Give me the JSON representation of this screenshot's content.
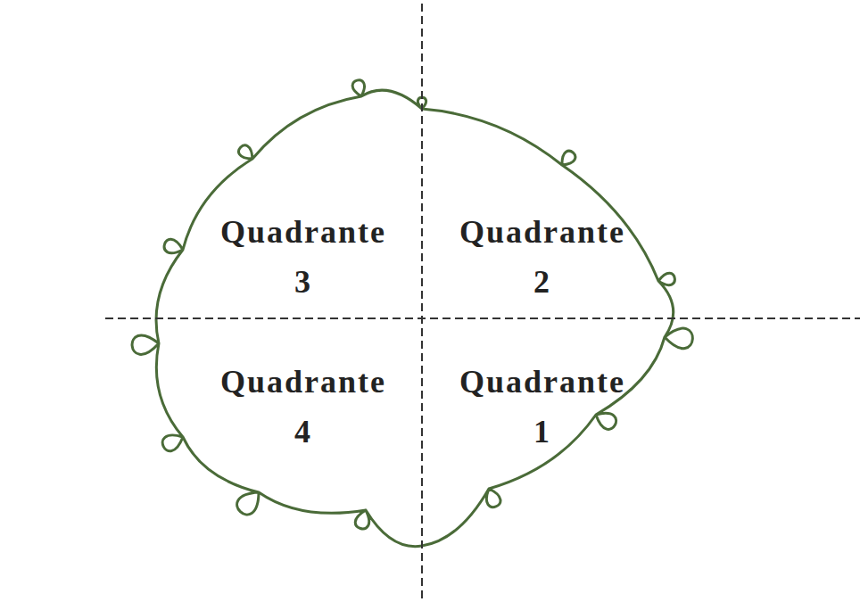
{
  "diagram": {
    "labels": [
      "Quadrante 3",
      "Quadrante 2",
      "Quadrante 4",
      "Quadrante 1"
    ]
  }
}
